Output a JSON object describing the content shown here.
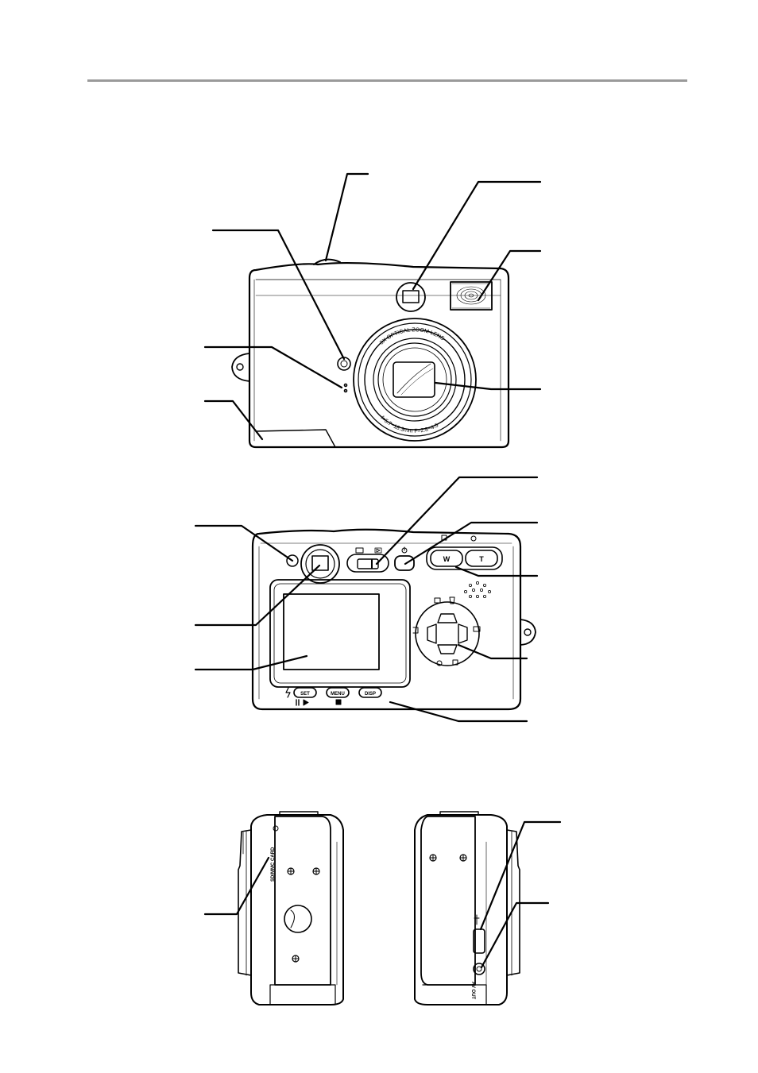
{
  "figures": {
    "front": {
      "lens_ring_top": "3X OPTICAL ZOOM LENS",
      "lens_ring_bottom": "f=5.7~18.3mm F=2.8~4.5"
    },
    "back": {
      "set_label": "SET",
      "menu_label": "MENU",
      "disp_label": "DISP",
      "wide_label": "W",
      "tele_label": "T"
    },
    "side_left": {
      "vertical_text": "SD/MMC CARD"
    },
    "side_right": {
      "vertical_text": "AV OUT"
    }
  },
  "colors": {
    "rule": "#9a9a9a",
    "ink": "#000000"
  }
}
